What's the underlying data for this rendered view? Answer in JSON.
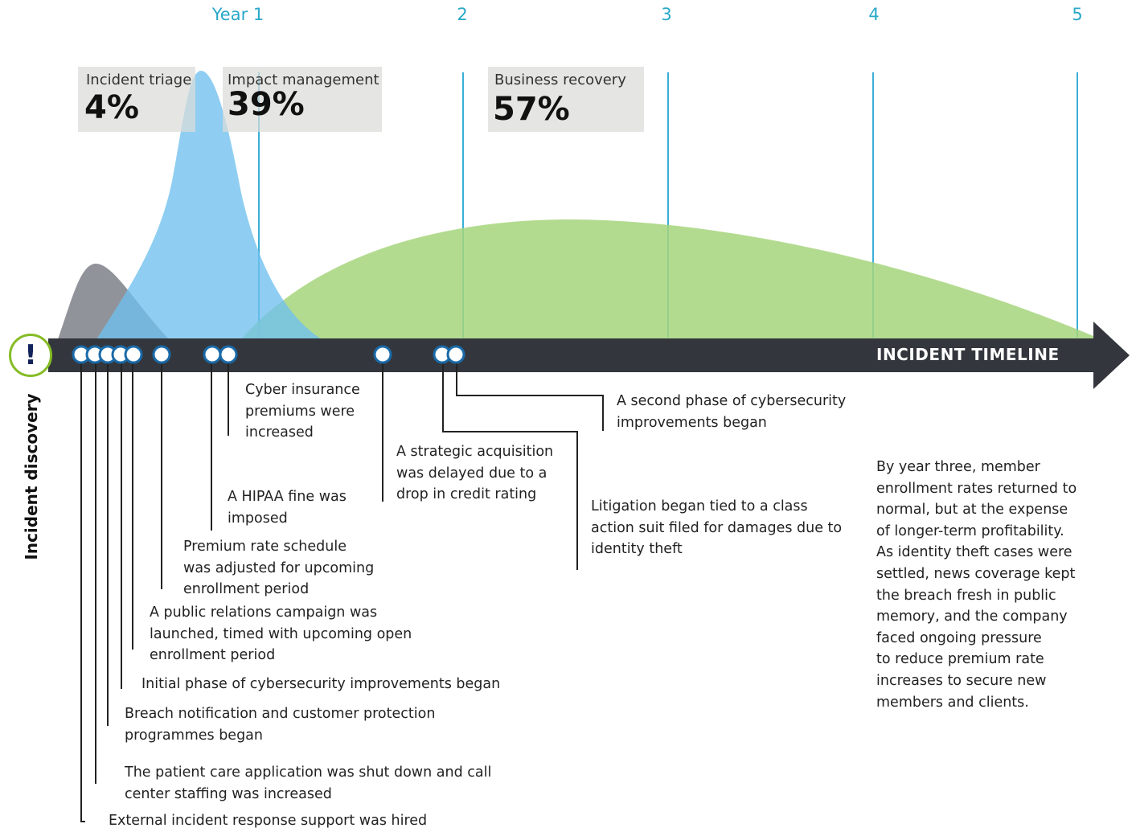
{
  "years": [
    "Year 1",
    "2",
    "3",
    "4",
    "5"
  ],
  "phases": [
    {
      "title": "Incident triage",
      "percent": "4%"
    },
    {
      "title": "Impact management",
      "percent": "39%"
    },
    {
      "title": "Business recovery",
      "percent": "57%"
    }
  ],
  "timeline_label": "INCIDENT TIMELINE",
  "discovery": {
    "label": "Incident discovery",
    "icon": "exclamation-icon",
    "icon_glyph": "!"
  },
  "events": [
    {
      "id": "e1",
      "text": "External incident response support was hired"
    },
    {
      "id": "e2",
      "text": "The patient care application was shut down and call\ncenter staffing was increased"
    },
    {
      "id": "e3",
      "text": "Breach notification and customer protection\nprogrammes began"
    },
    {
      "id": "e4",
      "text": "Initial phase of cybersecurity improvements began"
    },
    {
      "id": "e5",
      "text": "A public relations campaign was\nlaunched, timed with upcoming open\nenrollment period"
    },
    {
      "id": "e6",
      "text": "Premium rate schedule\nwas adjusted for upcoming\nenrollment period"
    },
    {
      "id": "e7",
      "text": "A HIPAA fine was\nimposed"
    },
    {
      "id": "e8",
      "text": "Cyber insurance\npremiums were\nincreased"
    },
    {
      "id": "e9",
      "text": "A strategic acquisition\nwas delayed due to a\ndrop in credit rating"
    },
    {
      "id": "e10",
      "text": "Litigation began tied to a class\naction suit filed for damages due to\nidentity theft"
    },
    {
      "id": "e11",
      "text": "A second phase of cybersecurity\nimprovements began"
    }
  ],
  "summary": "By year three, member\nenrollment rates returned to\nnormal, but at the expense\nof longer-term profitability.\nAs identity theft cases were\nsettled, news coverage kept\nthe breach fresh in public\nmemory, and the company\nfaced ongoing pressure\nto reduce premium rate\nincreases to secure new\nmembers and clients.",
  "colors": {
    "accent": "#29a8c8",
    "triage": "#7e8088",
    "impact": "#6fc0ee",
    "recovery": "#a6d57c",
    "timeline_bar": "#33373d",
    "badge_ring": "#86bc25",
    "node_ring": "#1a6aa8"
  }
}
